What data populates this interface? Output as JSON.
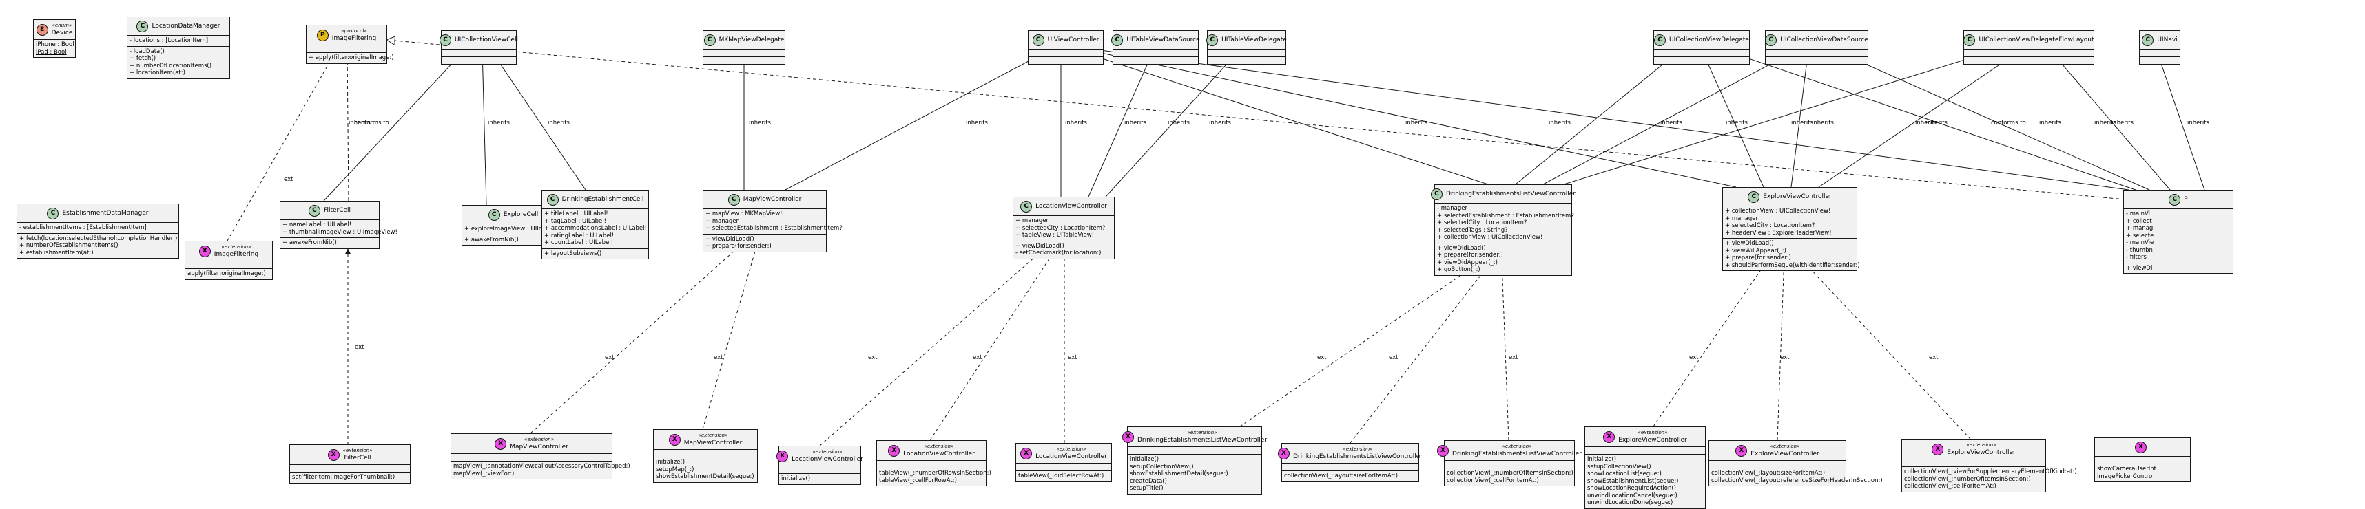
{
  "diagram": {
    "boxes": [
      {
        "id": "device",
        "kind": "enum",
        "stereotype": "«enum»",
        "name": "Device",
        "sections": [
          [
            "iPhone : Bool",
            "iPad : Bool"
          ]
        ],
        "static_rows": true
      },
      {
        "id": "locationdatamanager",
        "kind": "class",
        "name": "LocationDataManager",
        "sections": [
          [
            "- locations : [LocationItem]"
          ],
          [
            "- loadData()",
            "+ fetch()",
            "+ numberOfLocationItems()",
            "+ locationItem(at:)"
          ]
        ]
      },
      {
        "id": "imagefiltering",
        "kind": "proto",
        "stereotype": "«protocol»",
        "name": "ImageFiltering",
        "sections": [
          [],
          [
            "+ apply(filter:originalImage:)"
          ]
        ]
      },
      {
        "id": "uicollectionviewcell",
        "kind": "class",
        "name": "UICollectionViewCell",
        "sections": [
          [],
          []
        ]
      },
      {
        "id": "mkmapviewdelegate",
        "kind": "class",
        "name": "MKMapViewDelegate",
        "sections": [
          [],
          []
        ]
      },
      {
        "id": "uiviewcontroller",
        "kind": "class",
        "name": "UIViewController",
        "sections": [
          [],
          []
        ]
      },
      {
        "id": "uitableviewdatasource",
        "kind": "class",
        "name": "UITableViewDataSource",
        "sections": [
          [],
          []
        ]
      },
      {
        "id": "uitableviewdelegate",
        "kind": "class",
        "name": "UITableViewDelegate",
        "sections": [
          [],
          []
        ]
      },
      {
        "id": "uicollectionviewdelegate",
        "kind": "class",
        "name": "UICollectionViewDelegate",
        "sections": [
          [],
          []
        ]
      },
      {
        "id": "uicollectionviewdatasource",
        "kind": "class",
        "name": "UICollectionViewDataSource",
        "sections": [
          [],
          []
        ]
      },
      {
        "id": "uicollectionviewdelegateflowlayout",
        "kind": "class",
        "name": "UICollectionViewDelegateFlowLayout",
        "sections": [
          [],
          []
        ]
      },
      {
        "id": "uinav",
        "kind": "class",
        "name": "UINavi",
        "sections": [
          [],
          []
        ]
      },
      {
        "id": "establishmentdatamanager",
        "kind": "class",
        "name": "EstablishmentDataManager",
        "sections": [
          [
            "- establishmentItems : [EstablishmentItem]"
          ],
          [
            "+ fetch(location:selectedEthanol:completionHandler:)",
            "+ numberOfEstablishmentItems()",
            "+ establishmentItem(at:)"
          ]
        ]
      },
      {
        "id": "imagefiltering_ext",
        "kind": "ext",
        "stereotype": "«extension»",
        "name": "ImageFiltering",
        "sections": [
          [],
          [
            "apply(filter:originalImage:)"
          ]
        ]
      },
      {
        "id": "filtercell",
        "kind": "class",
        "name": "FilterCell",
        "sections": [
          [
            "+ nameLabel : UILabel!",
            "+ thumbnailImageView : UIImageView!"
          ],
          [
            "+ awakeFromNib()"
          ]
        ]
      },
      {
        "id": "explorecell",
        "kind": "class",
        "name": "ExploreCell",
        "sections": [
          [
            "+ exploreImageView : UIImageView!"
          ],
          [
            "+ awakeFromNib()"
          ]
        ]
      },
      {
        "id": "drinkingcell",
        "kind": "class",
        "name": "DrinkingEstablishmentCell",
        "sections": [
          [
            "+ titleLabel : UILabel!",
            "+ tagLabel : UILabel!",
            "+ accommodationsLabel : UILabel!",
            "+ ratingLabel : UILabel!",
            "+ countLabel : UILabel!"
          ],
          [
            "+ layoutSubviews()"
          ]
        ]
      },
      {
        "id": "mapviewcontroller",
        "kind": "class",
        "name": "MapViewController",
        "sections": [
          [
            "+ mapView : MKMapView!",
            "+ manager",
            "+ selectedEstablishment : EstablishmentItem?"
          ],
          [
            "+ viewDidLoad()",
            "+ prepare(for:sender:)"
          ]
        ]
      },
      {
        "id": "locationviewcontroller",
        "kind": "class",
        "name": "LocationViewController",
        "sections": [
          [
            "+ manager",
            "+ selectedCity : LocationItem?",
            "+ tableView : UITableView!"
          ],
          [
            "+ viewDidLoad()",
            "- setCheckmark(for:location:)"
          ]
        ]
      },
      {
        "id": "drinkinglistvc",
        "kind": "class",
        "name": "DrinkingEstablishmentsListViewController",
        "sections": [
          [
            "- manager",
            "+ selectedEstablishment : EstablishmentItem?",
            "+ selectedCity : LocationItem?",
            "+ selectedTags : String?",
            "+ collectionView : UICollectionView!"
          ],
          [
            "+ viewDidLoad()",
            "+ prepare(for:sender:)",
            "+ viewDidAppear(_:)",
            "+ goButton(_:)"
          ]
        ]
      },
      {
        "id": "explorevc",
        "kind": "class",
        "name": "ExploreViewController",
        "sections": [
          [
            "+ collectionView : UICollectionView!",
            "+ manager",
            "+ selectedCity : LocationItem?",
            "+ headerView : ExploreHeaderView!"
          ],
          [
            "+ viewDidLoad()",
            "+ viewWillAppear(_:)",
            "+ prepare(for:sender:)",
            "+ shouldPerformSegue(withIdentifier:sender:)"
          ]
        ]
      },
      {
        "id": "partialvc",
        "kind": "class",
        "name": "P",
        "sections": [
          [
            "- mainVi",
            "+ collect",
            "+ manag",
            "+ selecte",
            "- mainVie",
            "- thumbn",
            "- filters"
          ],
          [
            "+ viewDi"
          ]
        ]
      },
      {
        "id": "filtercell_ext",
        "kind": "ext",
        "stereotype": "«extension»",
        "name": "FilterCell",
        "sections": [
          [],
          [
            "set(filterItem:imageForThumbnail:)"
          ]
        ]
      },
      {
        "id": "mapvc_ext1",
        "kind": "ext",
        "stereotype": "«extension»",
        "name": "MapViewController",
        "sections": [
          [],
          [
            "mapView(_:annotationView:calloutAccessoryControlTapped:)",
            "mapView(_:viewFor:)"
          ]
        ]
      },
      {
        "id": "mapvc_ext2",
        "kind": "ext",
        "stereotype": "«extension»",
        "name": "MapViewController",
        "sections": [
          [],
          [
            "initialize()",
            "setupMap(_:)",
            "showEstablishmentDetail(segue:)"
          ]
        ]
      },
      {
        "id": "locvc_ext1",
        "kind": "ext",
        "stereotype": "«extension»",
        "name": "LocationViewController",
        "sections": [
          [],
          [
            "initialize()"
          ]
        ]
      },
      {
        "id": "locvc_ext2",
        "kind": "ext",
        "stereotype": "«extension»",
        "name": "LocationViewController",
        "sections": [
          [],
          [
            "tableView(_:numberOfRowsInSection:)",
            "tableView(_:cellForRowAt:)"
          ]
        ]
      },
      {
        "id": "locvc_ext3",
        "kind": "ext",
        "stereotype": "«extension»",
        "name": "LocationViewController",
        "sections": [
          [],
          [
            "tableView(_:didSelectRowAt:)"
          ]
        ]
      },
      {
        "id": "drinkvc_ext1",
        "kind": "ext",
        "stereotype": "«extension»",
        "name": "DrinkingEstablishmentsListViewController",
        "sections": [
          [],
          [
            "initialize()",
            "setupCollectionView()",
            "showEstablishmentDetail(segue:)",
            "createData()",
            "setupTitle()"
          ]
        ]
      },
      {
        "id": "drinkvc_ext2",
        "kind": "ext",
        "stereotype": "«extension»",
        "name": "DrinkingEstablishmentsListViewController",
        "sections": [
          [],
          [
            "collectionView(_:layout:sizeForItemAt:)"
          ]
        ]
      },
      {
        "id": "drinkvc_ext3",
        "kind": "ext",
        "stereotype": "«extension»",
        "name": "DrinkingEstablishmentsListViewController",
        "sections": [
          [],
          [
            "collectionView(_:numberOfItemsInSection:)",
            "collectionView(_:cellForItemAt:)"
          ]
        ]
      },
      {
        "id": "explvc_ext1",
        "kind": "ext",
        "stereotype": "«extension»",
        "name": "ExploreViewController",
        "sections": [
          [],
          [
            "initialize()",
            "setupCollectionView()",
            "showLocationList(segue:)",
            "showEstablishmentList(segue:)",
            "showLocationRequiredAction()",
            "unwindLocationCancel(segue:)",
            "unwindLocationDone(segue:)"
          ]
        ]
      },
      {
        "id": "explvc_ext2",
        "kind": "ext",
        "stereotype": "«extension»",
        "name": "ExploreViewController",
        "sections": [
          [],
          [
            "collectionView(_:layout:sizeForItemAt:)",
            "collectionView(_:layout:referenceSizeForHeaderInSection:)"
          ]
        ]
      },
      {
        "id": "explvc_ext3",
        "kind": "ext",
        "stereotype": "«extension»",
        "name": "ExploreViewController",
        "sections": [
          [],
          [
            "collectionView(_:viewForSupplementaryElementOfKind:at:)",
            "collectionView(_:numberOfItemsInSection:)",
            "collectionView(_:cellForItemAt:)"
          ]
        ]
      },
      {
        "id": "partial_ext",
        "kind": "ext",
        "stereotype": "",
        "name": "",
        "sections": [
          [],
          [
            "showCameraUserInt",
            "imagePickerContro"
          ]
        ]
      }
    ],
    "edges": [
      {
        "from": "filtercell",
        "to": "uicollectionviewcell",
        "type": "inherit",
        "label": "inherits"
      },
      {
        "from": "explorecell",
        "to": "uicollectionviewcell",
        "type": "inherit",
        "label": "inherits"
      },
      {
        "from": "drinkingcell",
        "to": "uicollectionviewcell",
        "type": "inherit",
        "label": "inherits"
      },
      {
        "from": "filtercell",
        "to": "imagefiltering",
        "type": "conform",
        "label": "conforms to"
      },
      {
        "from": "imagefiltering_ext",
        "to": "imagefiltering",
        "type": "ext",
        "label": "ext"
      },
      {
        "from": "mapviewcontroller",
        "to": "mkmapviewdelegate",
        "type": "inherit",
        "label": "inherits"
      },
      {
        "from": "mapviewcontroller",
        "to": "uiviewcontroller",
        "type": "inherit",
        "label": "inherits"
      },
      {
        "from": "locationviewcontroller",
        "to": "uiviewcontroller",
        "type": "inherit",
        "label": "inherits"
      },
      {
        "from": "locationviewcontroller",
        "to": "uitableviewdatasource",
        "type": "inherit",
        "label": "inherits"
      },
      {
        "from": "locationviewcontroller",
        "to": "uitableviewdelegate",
        "type": "inherit",
        "label": "inherits"
      },
      {
        "from": "drinkinglistvc",
        "to": "uiviewcontroller",
        "type": "inherit",
        "label": "inherits"
      },
      {
        "from": "drinkinglistvc",
        "to": "uicollectionviewdelegate",
        "type": "inherit",
        "label": "inherits"
      },
      {
        "from": "drinkinglistvc",
        "to": "uicollectionviewdatasource",
        "type": "inherit",
        "label": "inherits"
      },
      {
        "from": "drinkinglistvc",
        "to": "uicollectionviewdelegateflowlayout",
        "type": "inherit",
        "label": "inherits"
      },
      {
        "from": "explorevc",
        "to": "uiviewcontroller",
        "type": "inherit",
        "label": "inherits"
      },
      {
        "from": "explorevc",
        "to": "uicollectionviewdelegate",
        "type": "inherit",
        "label": "inherits"
      },
      {
        "from": "explorevc",
        "to": "uicollectionviewdatasource",
        "type": "inherit",
        "label": "inherits"
      },
      {
        "from": "explorevc",
        "to": "uicollectionviewdelegateflowlayout",
        "type": "inherit",
        "label": "inherits"
      },
      {
        "from": "partialvc",
        "to": "uiviewcontroller",
        "type": "inherit",
        "label": "inherits"
      },
      {
        "from": "partialvc",
        "to": "uicollectionviewdelegate",
        "type": "inherit",
        "label": "inherits"
      },
      {
        "from": "partialvc",
        "to": "uicollectionviewdatasource",
        "type": "inherit",
        "label": "inherits"
      },
      {
        "from": "partialvc",
        "to": "uicollectionviewdelegateflowlayout",
        "type": "inherit",
        "label": "inherits"
      },
      {
        "from": "partialvc",
        "to": "uinav",
        "type": "inherit",
        "label": "inherits"
      },
      {
        "from": "partialvc",
        "to": "imagefiltering",
        "type": "conform",
        "label": "conforms to"
      },
      {
        "from": "filtercell_ext",
        "to": "filtercell",
        "type": "ext",
        "label": "ext"
      },
      {
        "from": "mapvc_ext1",
        "to": "mapviewcontroller",
        "type": "ext",
        "label": "ext"
      },
      {
        "from": "mapvc_ext2",
        "to": "mapviewcontroller",
        "type": "ext",
        "label": "ext"
      },
      {
        "from": "locvc_ext1",
        "to": "locationviewcontroller",
        "type": "ext",
        "label": "ext"
      },
      {
        "from": "locvc_ext2",
        "to": "locationviewcontroller",
        "type": "ext",
        "label": "ext"
      },
      {
        "from": "locvc_ext3",
        "to": "locationviewcontroller",
        "type": "ext",
        "label": "ext"
      },
      {
        "from": "drinkvc_ext1",
        "to": "drinkinglistvc",
        "type": "ext",
        "label": "ext"
      },
      {
        "from": "drinkvc_ext2",
        "to": "drinkinglistvc",
        "type": "ext",
        "label": "ext"
      },
      {
        "from": "drinkvc_ext3",
        "to": "drinkinglistvc",
        "type": "ext",
        "label": "ext"
      },
      {
        "from": "explvc_ext1",
        "to": "explorevc",
        "type": "ext",
        "label": "ext"
      },
      {
        "from": "explvc_ext2",
        "to": "explorevc",
        "type": "ext",
        "label": "ext"
      },
      {
        "from": "explvc_ext3",
        "to": "explorevc",
        "type": "ext",
        "label": "ext"
      }
    ]
  }
}
